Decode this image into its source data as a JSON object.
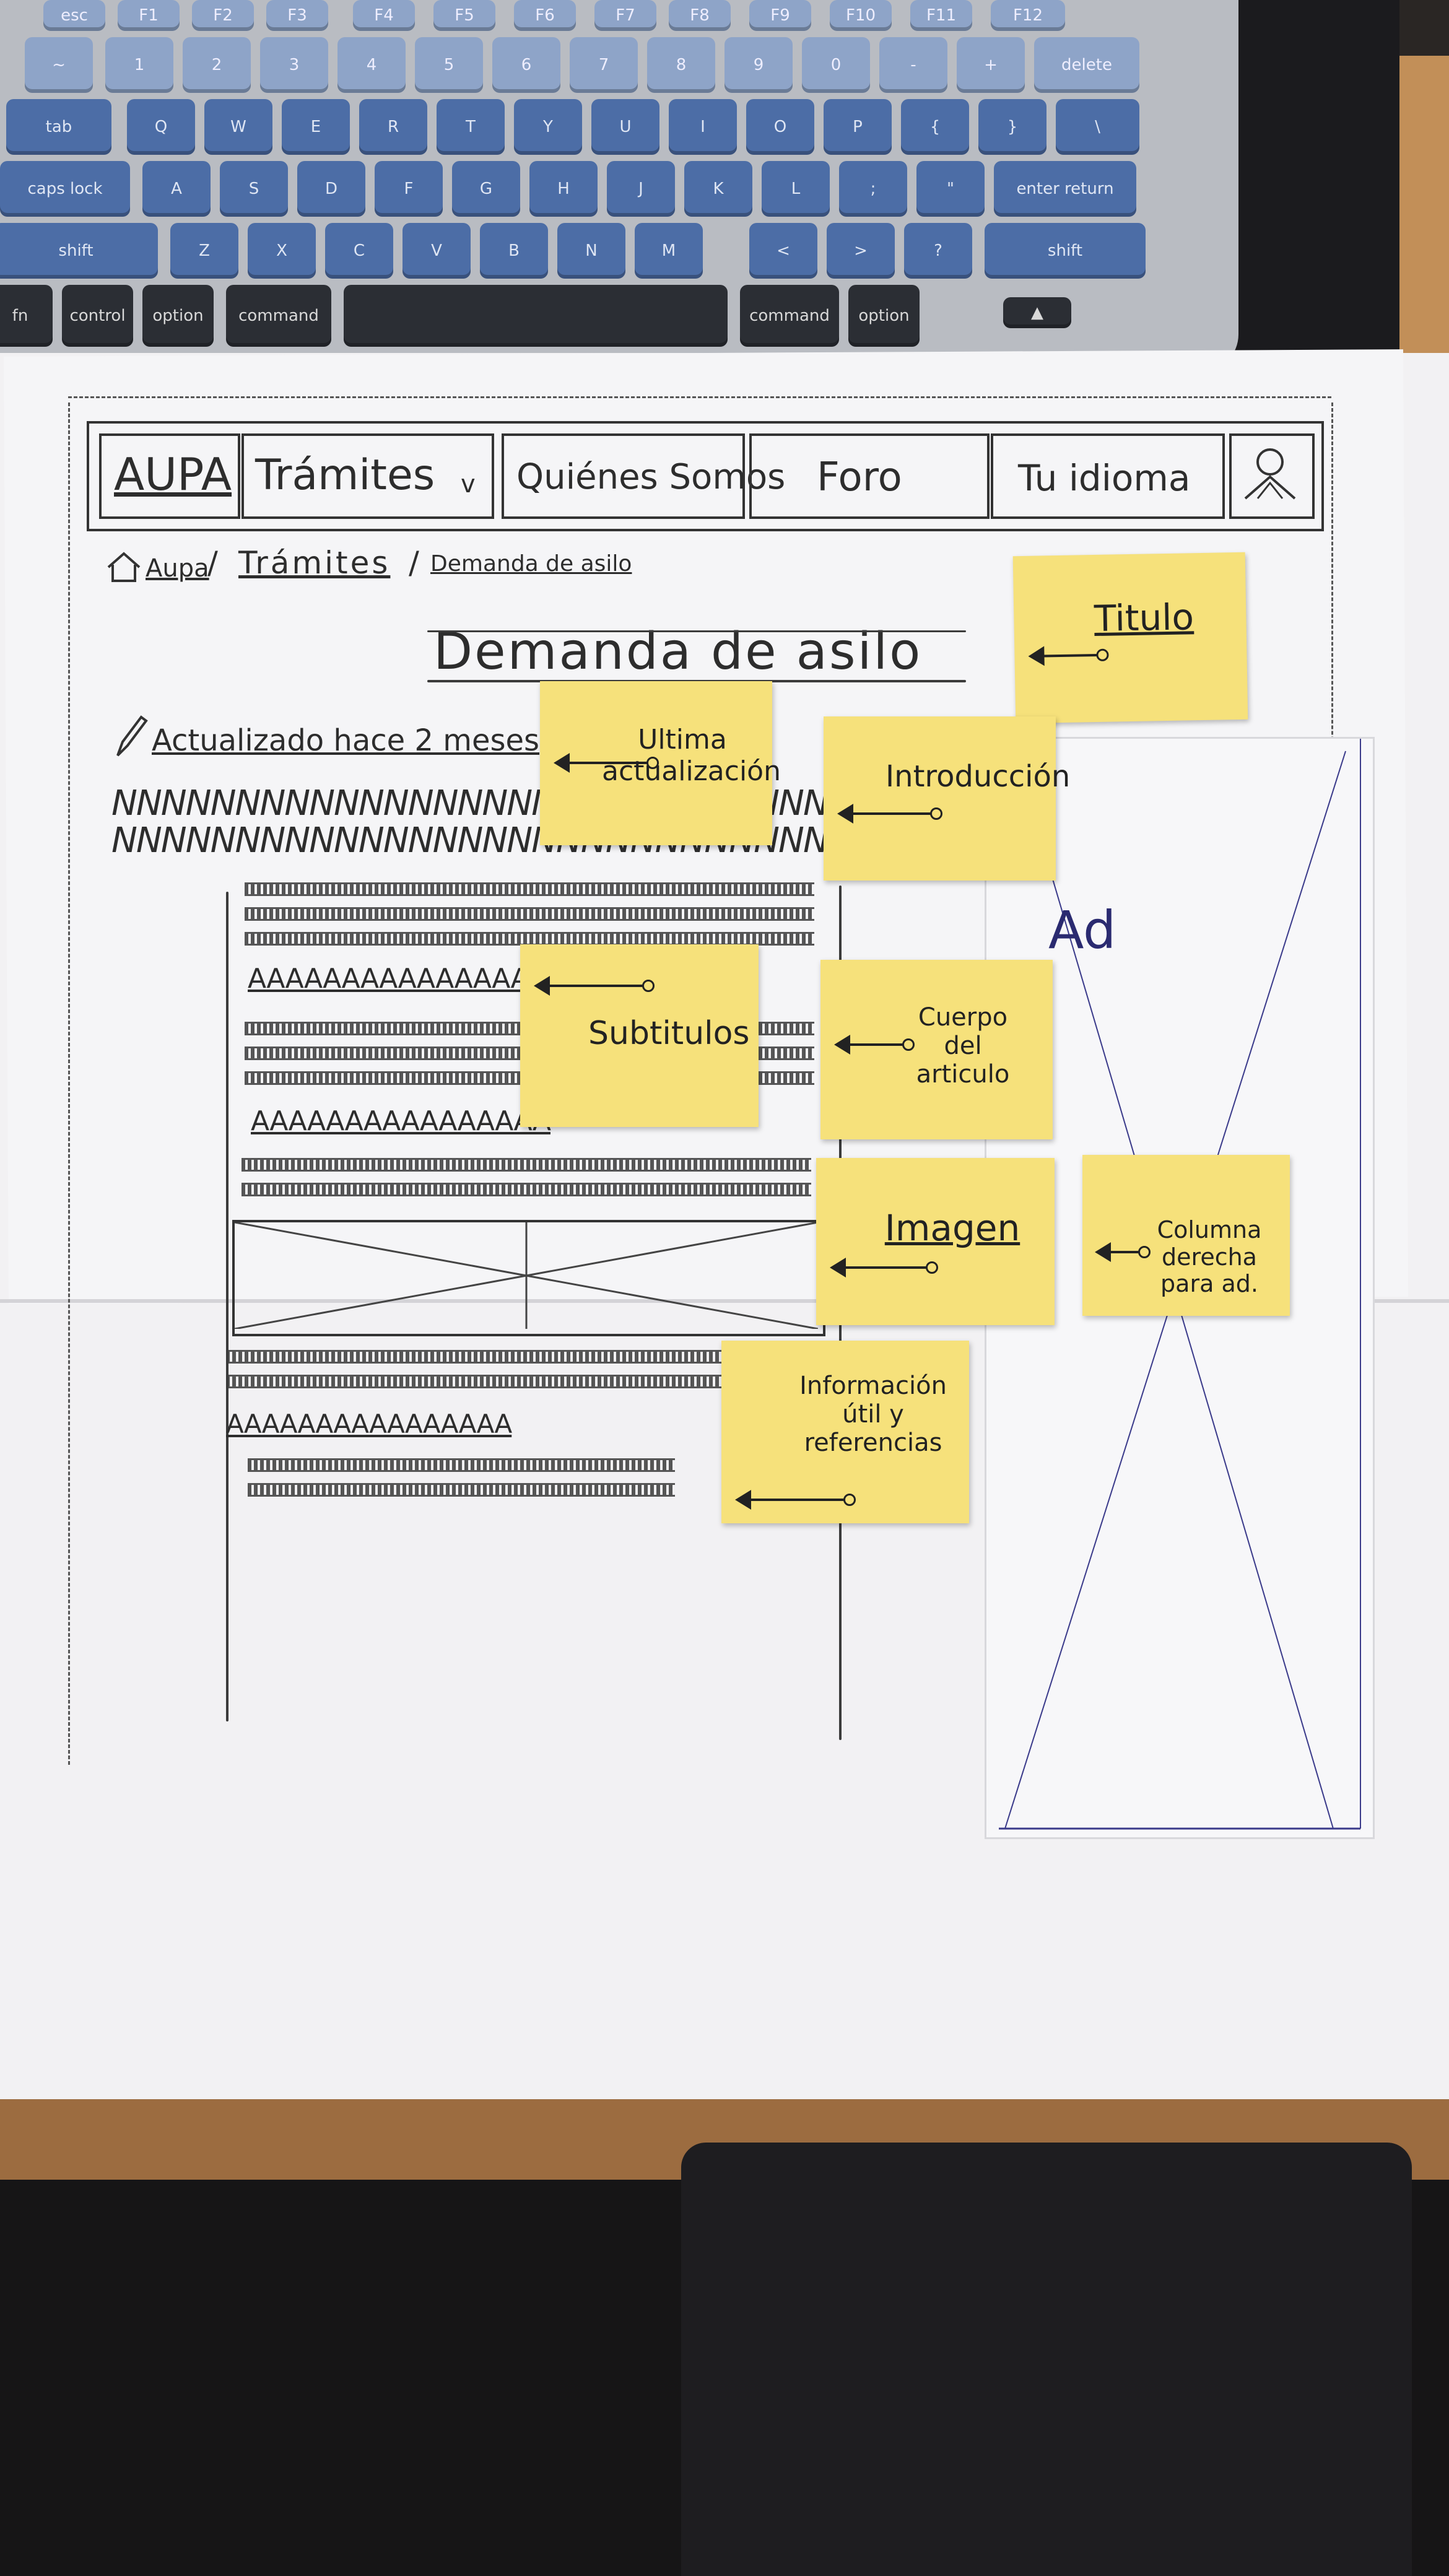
{
  "laptop": {
    "row1": [
      "esc",
      "F1",
      "F2",
      "F3",
      "F4",
      "F5",
      "F6",
      "F7",
      "F8",
      "F9",
      "F10",
      "F11",
      "F12"
    ],
    "row2": [
      "~",
      "1",
      "2",
      "3",
      "4",
      "5",
      "6",
      "7",
      "8",
      "9",
      "0",
      "-",
      "+",
      "delete"
    ],
    "row3": [
      "tab",
      "Q",
      "W",
      "E",
      "R",
      "T",
      "Y",
      "U",
      "I",
      "O",
      "P",
      "{",
      "}",
      "\\"
    ],
    "row4": [
      "caps lock",
      "A",
      "S",
      "D",
      "F",
      "G",
      "H",
      "J",
      "K",
      "L",
      ";",
      "\"",
      "enter return"
    ],
    "row5": [
      "shift",
      "Z",
      "X",
      "C",
      "V",
      "B",
      "N",
      "M",
      "<",
      ">",
      "?",
      "shift"
    ],
    "row6": [
      "fn",
      "control",
      "option",
      "command",
      "",
      "command",
      "option",
      "▲"
    ]
  },
  "sketch": {
    "nav": {
      "logo": "AUPA",
      "items": [
        "Trámites",
        "Quiénes Somos",
        "Foro",
        "Tu idioma"
      ],
      "dropdown_glyph": "v"
    },
    "breadcrumb": {
      "home": "Aupa",
      "sep1": "/",
      "section": "Trámites",
      "sep2": "/",
      "page": "Demanda de asilo"
    },
    "title": "Demanda de asilo",
    "updated": "Actualizado hace 2 meses",
    "intro_text": "NNNNNNNNNNNNNNNNNNNNNNNNNNNNNN",
    "subtitle_text": "AAAAAAAAAAAAAAAA",
    "ad_label": "Ad"
  },
  "notes": {
    "titulo": "Titulo",
    "ultima": "Ultima actualización",
    "introduccion": "Introducción",
    "subtitulos": "Subtitulos",
    "cuerpo": "Cuerpo del articulo",
    "imagen": "Imagen",
    "columna": "Columna derecha para ad.",
    "informacion": "Información útil y referencias"
  },
  "colors": {
    "postit": "#f6e17b",
    "paper": "#f2f1f3",
    "keys": "#4c6da6",
    "desk": "#c28f58"
  }
}
